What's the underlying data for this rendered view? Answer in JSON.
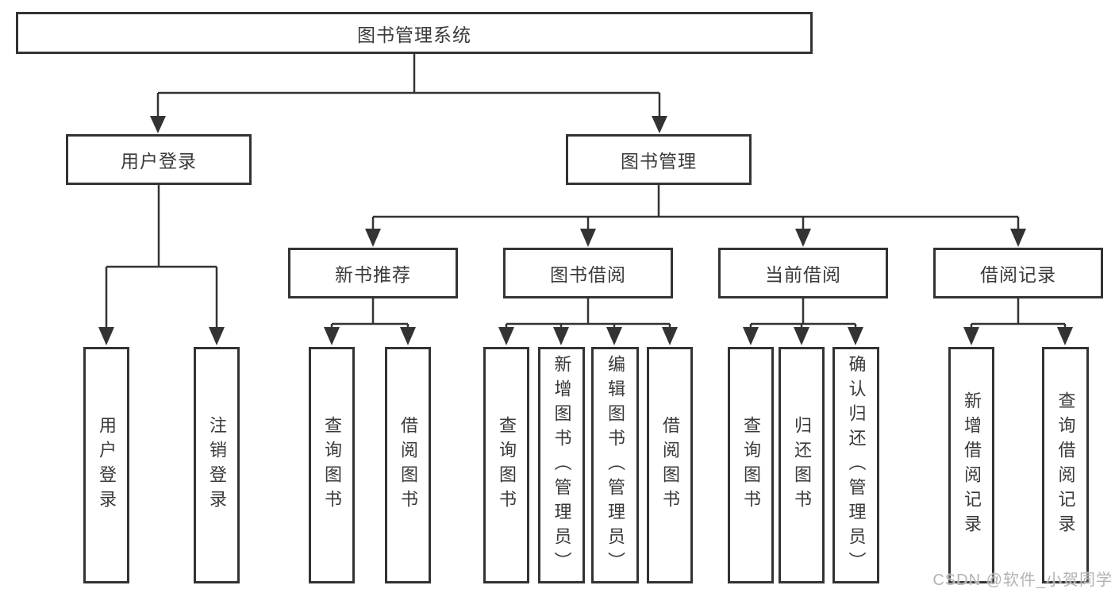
{
  "colors": {
    "line": "#333333",
    "box_border": "#333333",
    "box_fill": "#ffffff",
    "text": "#3a3a3a",
    "watermark": "#b3b3b3"
  },
  "tree": {
    "root": {
      "label": "图书管理系统"
    },
    "user_login": {
      "label": "用户登录",
      "children": [
        {
          "label": "用户登录"
        },
        {
          "label": "注销登录"
        }
      ]
    },
    "book_management": {
      "label": "图书管理",
      "children": [
        {
          "label": "新书推荐",
          "children": [
            {
              "label": "查询图书"
            },
            {
              "label": "借阅图书"
            }
          ]
        },
        {
          "label": "图书借阅",
          "children": [
            {
              "label": "查询图书"
            },
            {
              "label": "新增图书（管理员）"
            },
            {
              "label": "编辑图书（管理员）"
            },
            {
              "label": "借阅图书"
            }
          ]
        },
        {
          "label": "当前借阅",
          "children": [
            {
              "label": "查询图书"
            },
            {
              "label": "归还图书"
            },
            {
              "label": "确认归还（管理员）"
            }
          ]
        },
        {
          "label": "借阅记录",
          "children": [
            {
              "label": "新增借阅记录"
            },
            {
              "label": "查询借阅记录"
            }
          ]
        }
      ]
    }
  },
  "watermark": {
    "text": "CSDN @软件_小贺同学"
  }
}
